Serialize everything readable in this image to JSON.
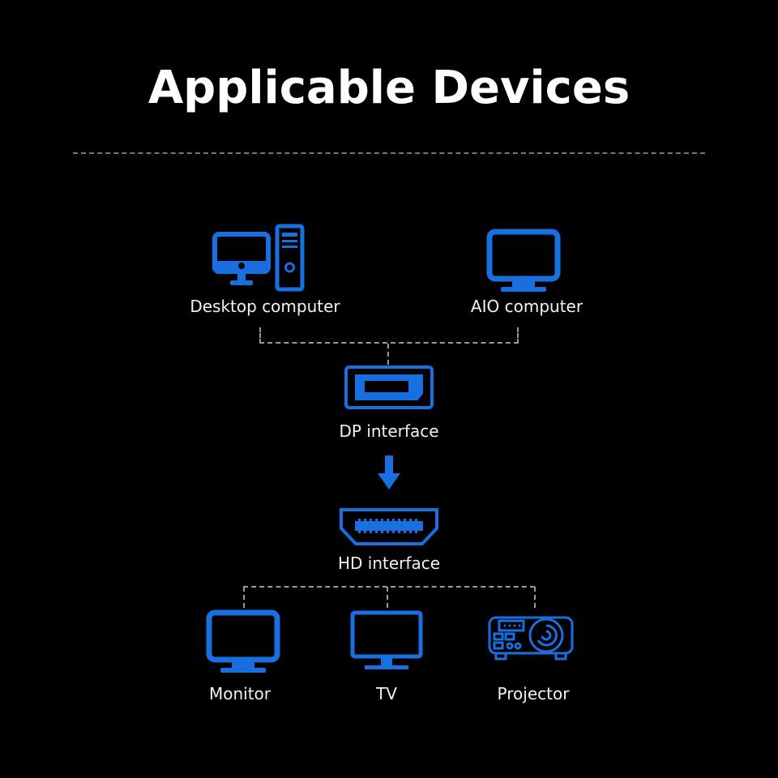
{
  "title": "Applicable Devices",
  "colors": {
    "accent": "#1a6fe0",
    "background": "#000000",
    "text": "#ffffff",
    "connector": "#999999"
  },
  "sources": [
    {
      "label": "Desktop computer",
      "icon": "desktop-computer-icon"
    },
    {
      "label": "AIO computer",
      "icon": "aio-computer-icon"
    }
  ],
  "input_port": {
    "label": "DP interface",
    "icon": "displayport-icon"
  },
  "arrow": {
    "icon": "arrow-down-icon"
  },
  "output_port": {
    "label": "HD interface",
    "icon": "hdmi-port-icon"
  },
  "targets": [
    {
      "label": "Monitor",
      "icon": "monitor-icon"
    },
    {
      "label": "TV",
      "icon": "tv-icon"
    },
    {
      "label": "Projector",
      "icon": "projector-icon"
    }
  ]
}
